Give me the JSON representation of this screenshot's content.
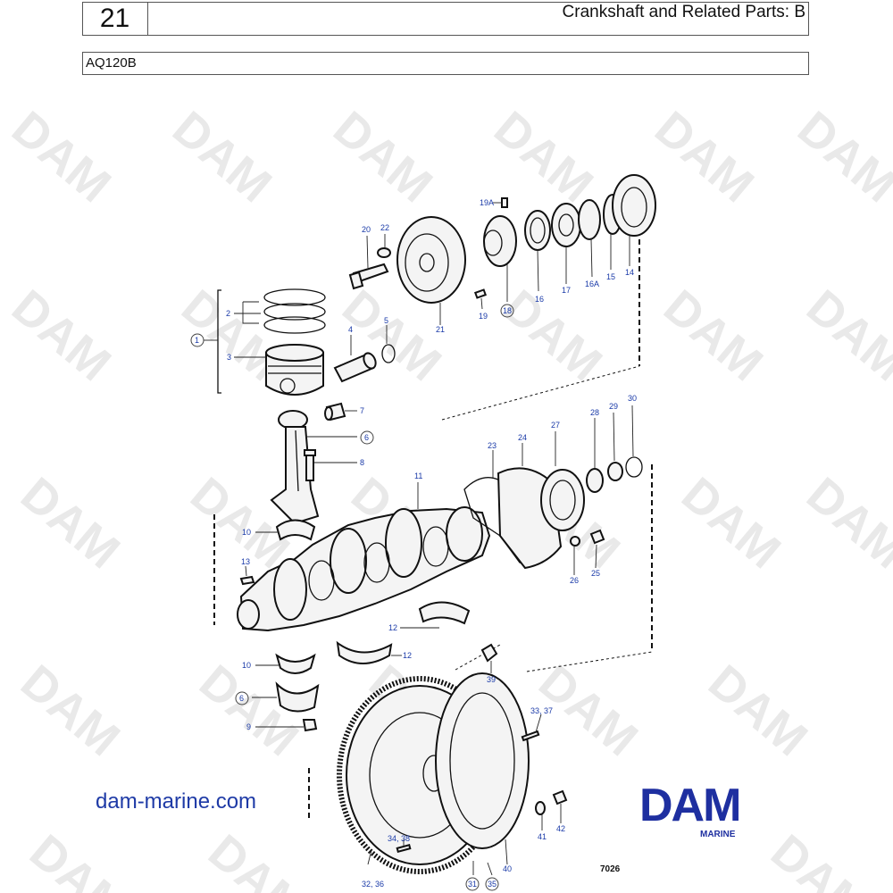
{
  "header": {
    "page_number": "21",
    "title": "Crankshaft and Related Parts: B"
  },
  "model": "AQ120B",
  "watermark": "DAM",
  "labels": {
    "p1": "1",
    "p2": "2",
    "p3": "3",
    "p4": "4",
    "p5": "5",
    "p6a": "6",
    "p6b": "6",
    "p7": "7",
    "p8": "8",
    "p9": "9",
    "p10a": "10",
    "p10b": "10",
    "p11": "11",
    "p12a": "12",
    "p12b": "12",
    "p13": "13",
    "p14": "14",
    "p15": "15",
    "p16": "16",
    "p16A": "16A",
    "p17": "17",
    "p18": "18",
    "p19": "19",
    "p19A": "19A",
    "p20": "20",
    "p21": "21",
    "p22": "22",
    "p23": "23",
    "p24": "24",
    "p25": "25",
    "p26": "26",
    "p27": "27",
    "p28": "28",
    "p29": "29",
    "p30": "30",
    "p31": "31",
    "p32_36": "32, 36",
    "p33_37": "33, 37",
    "p34_38": "34, 38",
    "p35": "35",
    "p39": "39",
    "p40": "40",
    "p41": "41",
    "p42": "42"
  },
  "footer": {
    "website": "dam-marine.com",
    "brand": "DAM",
    "brand_sub": "MARINE",
    "figure_number": "7026"
  },
  "colors": {
    "label_blue": "#1a3aa8",
    "brand_blue": "#1e2fa0",
    "watermark": "#e6e6e6"
  }
}
